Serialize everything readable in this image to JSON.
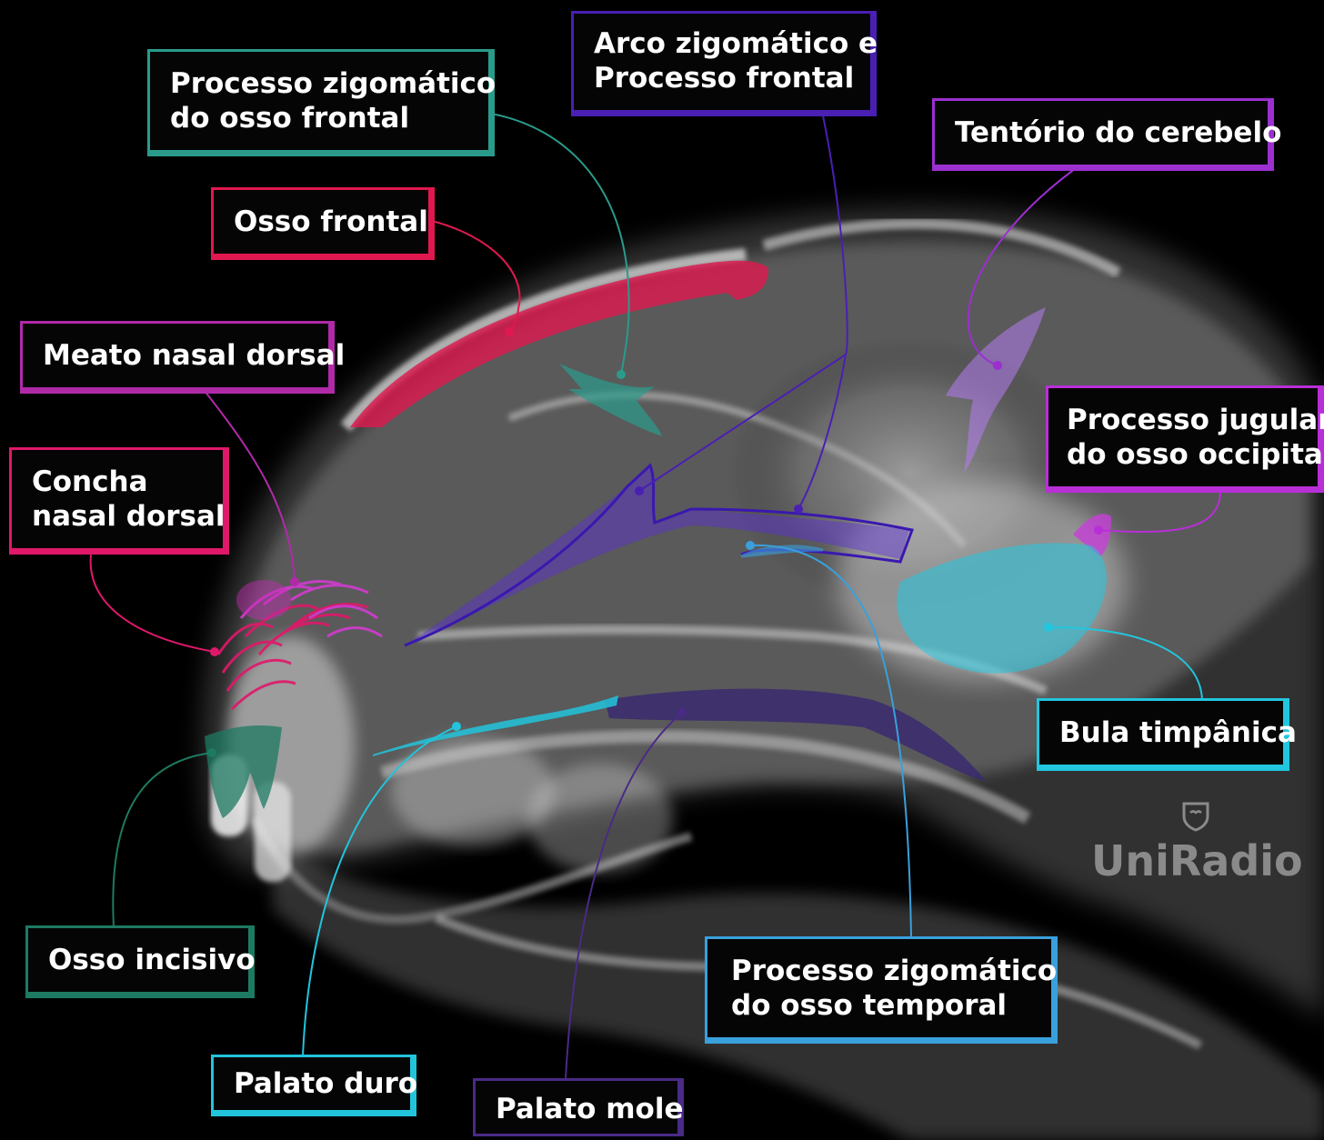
{
  "labels": {
    "processo_zigomatico_frontal": {
      "line1": "Processo zigomático",
      "line2": "do osso frontal",
      "color": "#2a9b8b"
    },
    "arco_zigomatico": {
      "line1": "Arco zigomático e",
      "line2": "Processo frontal",
      "color": "#4a1fb3"
    },
    "tentorio": {
      "line1": "Tentório do cerebelo",
      "color": "#9b2fcf"
    },
    "osso_frontal": {
      "line1": "Osso frontal",
      "color": "#e0184f"
    },
    "meato_nasal": {
      "line1": "Meato nasal dorsal",
      "color": "#b02aa8"
    },
    "concha_nasal": {
      "line1": "Concha",
      "line2": "nasal dorsal",
      "color": "#e0186a"
    },
    "processo_jugular": {
      "line1": "Processo jugular",
      "line2": "do osso occipital",
      "color": "#b82fd6"
    },
    "bula_timpanica": {
      "line1": "Bula timpânica",
      "color": "#22c6de"
    },
    "osso_incisivo": {
      "line1": "Osso incisivo",
      "color": "#1d7a62"
    },
    "processo_zigomatico_temporal": {
      "line1": "Processo zigomático",
      "line2": "do osso temporal",
      "color": "#3aa0dc"
    },
    "palato_duro": {
      "line1": "Palato duro",
      "color": "#22c4dc"
    },
    "palato_mole": {
      "line1": "Palato mole",
      "color": "#4a2a86"
    }
  },
  "logo": {
    "text": "UniRadio",
    "icon": "tooth-shield-icon"
  }
}
